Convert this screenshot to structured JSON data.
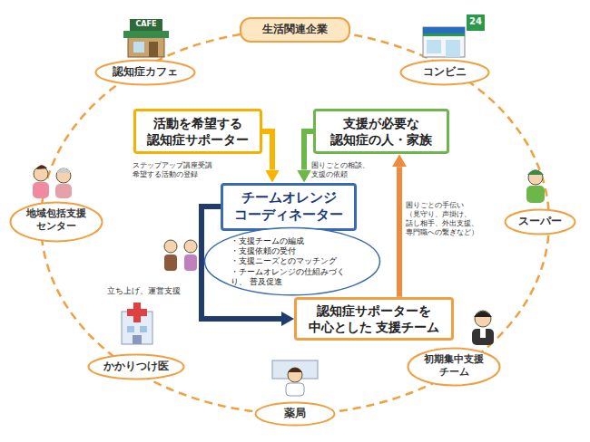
{
  "diagram": {
    "nodes": [
      {
        "text": [
          "生活関連企業"
        ]
      },
      {
        "text": [
          "認知症カフェ"
        ]
      },
      {
        "text": [
          "コンビニ"
        ]
      },
      {
        "text": [
          "活動を希望する 認知症サポーター"
        ]
      },
      {
        "text": [
          "支援が必要な 認知症の人・家族"
        ]
      },
      {
        "text": [
          "チームオレンジ コーディネーター"
        ]
      },
      {
        "text": [
          "地域包括支援 センター"
        ]
      },
      {
        "text": [
          "スーパー"
        ]
      },
      {
        "text": [
          "・支援チームの編成",
          "・支援依頼の受付",
          "・支援ニーズとのマッチング",
          "・チームオレンジの仕組みづくり、 普及促進"
        ]
      },
      {
        "text": [
          "認知症サポーターを 中心とした 支援チーム"
        ]
      },
      {
        "text": [
          "かかりつけ医"
        ]
      },
      {
        "text": [
          "初期集中支援 チーム"
        ]
      },
      {
        "text": [
          "薬局"
        ]
      }
    ],
    "edges": [
      {
        "from": 3,
        "to": 5,
        "arrow": "to",
        "label": "ステップアップ講座受講 希望する活動の登録"
      },
      {
        "from": 4,
        "to": 5,
        "arrow": "to",
        "label": "困りごとの相談、 支援の依頼"
      },
      {
        "from": 5,
        "to": 9,
        "arrow": "to",
        "label": "立ち上げ、運営支援"
      },
      {
        "from": 9,
        "to": 4,
        "arrow": "to",
        "label": "困りごとの手伝い （見守り、声掛け、 話し相手、外出支援、 専門職への繋ぎなど）"
      }
    ],
    "labels": [
      "CAFE",
      "24"
    ]
  }
}
